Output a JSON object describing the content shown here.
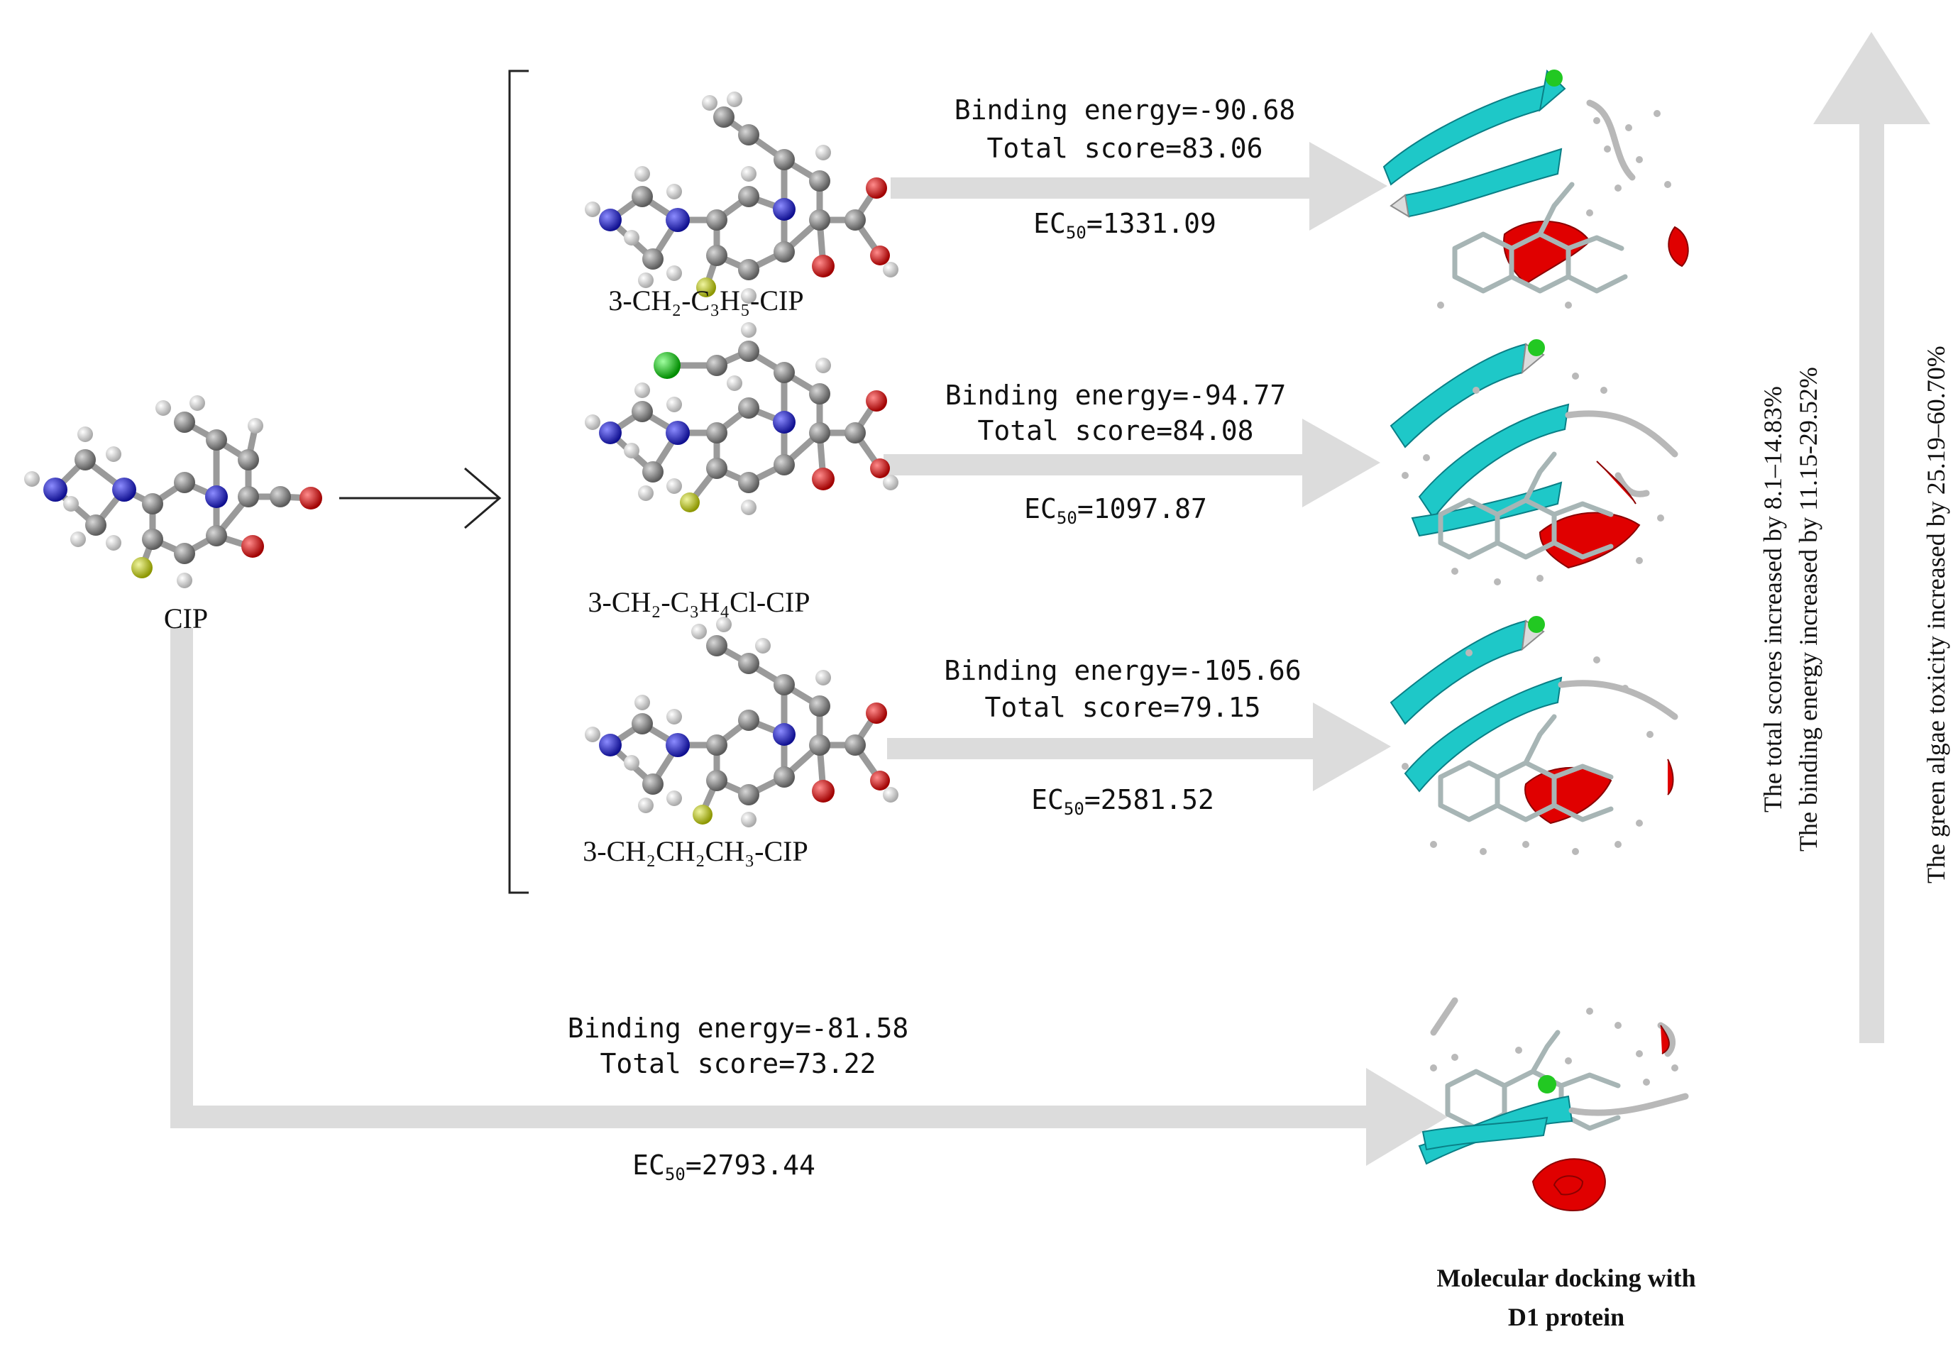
{
  "labels": {
    "cip": "CIP",
    "deriv1": "3-CH₂-C₃H₅-CIP",
    "deriv2": "3-CH₂-C₃H₄Cl-CIP",
    "deriv3": "3-CH₂CH₂CH₃-CIP"
  },
  "results": {
    "d1": {
      "binding": "Binding energy=-90.68",
      "score": "Total score=83.06",
      "ec_prefix": "EC",
      "ec_sub": "50",
      "ec_value": "=1331.09"
    },
    "d2": {
      "binding": "Binding energy=-94.77",
      "score": "Total score=84.08",
      "ec_prefix": "EC",
      "ec_sub": "50",
      "ec_value": "=1097.87"
    },
    "d3": {
      "binding": "Binding energy=-105.66",
      "score": "Total score=79.15",
      "ec_prefix": "EC",
      "ec_sub": "50",
      "ec_value": "=2581.52"
    },
    "cip": {
      "binding": "Binding energy=-81.58",
      "score": "Total score=73.22",
      "ec_prefix": "EC",
      "ec_sub": "50",
      "ec_value": "=2793.44"
    }
  },
  "docking": {
    "caption_line1": "Molecular docking with",
    "caption_line2": "D1 protein"
  },
  "trend": {
    "scores": "The total scores increased by 8.1–14.83%",
    "binding": "The binding energy increased by 11.15-29.52%",
    "toxicity": "The green algae toxicity increased by 25.19–60.70%"
  },
  "colors": {
    "arrow": "#dcdcdc",
    "carbon": "#7d7d7d",
    "hydrogen": "#d2d2d2",
    "nitrogen": "#1f1fc8",
    "oxygen": "#e00000",
    "fluorine": "#c8d21e",
    "chlorine": "#1ec81e",
    "ribbon": "#1ec8c8",
    "helix": "#e00000"
  }
}
